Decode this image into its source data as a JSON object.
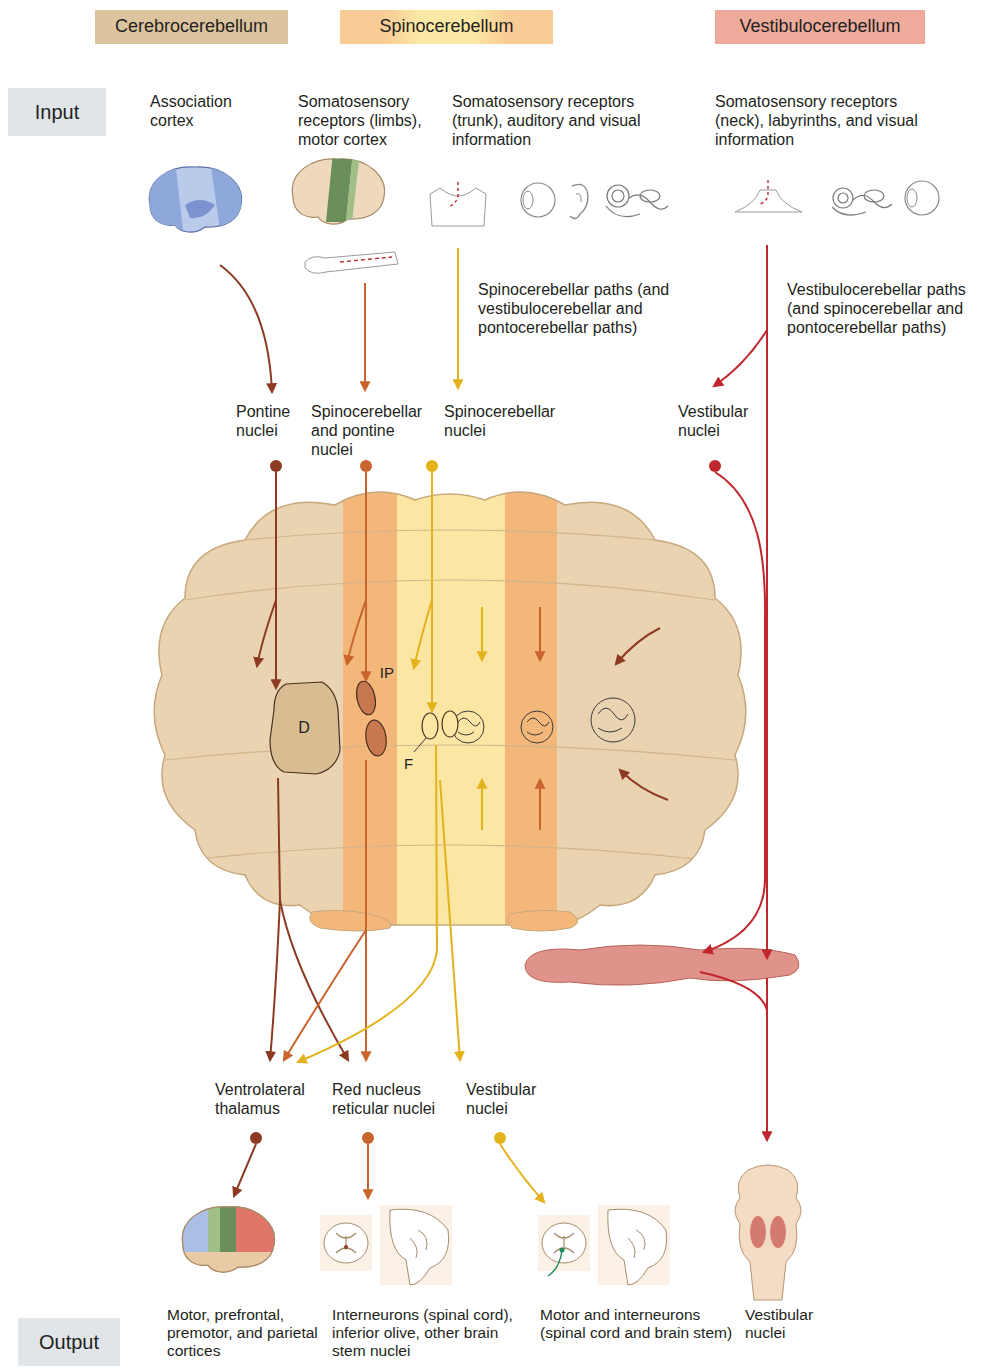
{
  "diagram": {
    "nodes": [
      {
        "text": [
          "Cerebrocerebellum"
        ]
      },
      {
        "text": [
          "Spinocerebellum"
        ]
      },
      {
        "text": [
          "Vestibulocerebellum"
        ]
      },
      {
        "text": [
          "Input"
        ]
      },
      {
        "text": [
          "D"
        ]
      },
      {
        "text": [
          "IP"
        ]
      },
      {
        "text": [
          "F"
        ]
      },
      {
        "text": [
          "Output"
        ]
      }
    ],
    "labels": [
      "Association cortex",
      "Somatosensory receptors (limbs), motor cortex",
      "Somatosensory receptors (trunk), auditory and visual information",
      "Somatosensory receptors (neck), labyrinths, and visual information",
      "Spinocerebellar paths (and vestibulocerebellar and pontocerebellar paths)",
      "Vestibulocerebellar paths (and spinocerebellar and pontocerebellar paths)",
      "Pontine nuclei",
      "Spinocerebellar and pontine nuclei",
      "Spinocerebellar nuclei",
      "Vestibular nuclei",
      "Ventrolateral thalamus",
      "Red nucleus reticular nuclei",
      "Vestibular nuclei",
      "Motor, prefrontal, premotor, and parietal cortices",
      "Interneurons (spinal cord), inferior olive, other brain stem nuclei",
      "Motor and interneurons (spinal cord and brain stem)",
      "Vestibular nuclei"
    ]
  }
}
